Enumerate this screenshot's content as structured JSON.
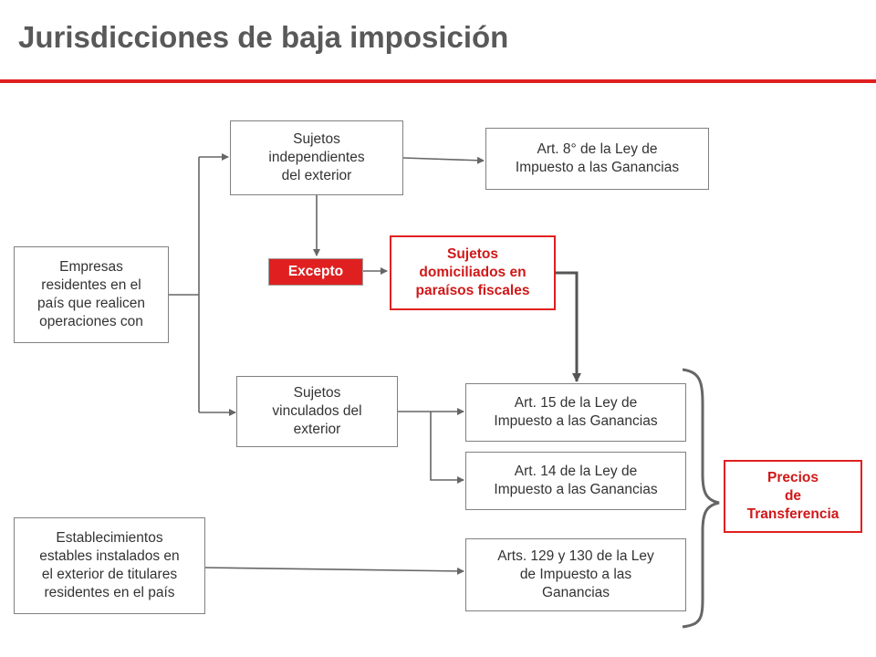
{
  "title": "Jurisdicciones de baja imposición",
  "boxes": {
    "empresas": "Empresas\nresidentes en el\npaís que realicen\noperaciones con",
    "independientes": "Sujetos\nindependientes\ndel exterior",
    "art8": "Art. 8° de la Ley de\nImpuesto a las Ganancias",
    "excepto": "Excepto",
    "domiciliados": "Sujetos\ndomiciliados en\nparaísos fiscales",
    "vinculados": "Sujetos\nvinculados del\nexterior",
    "art15": "Art. 15 de la Ley de\nImpuesto a las Ganancias",
    "art14": "Art. 14 de la Ley de\nImpuesto a las Ganancias",
    "establecimientos": "Establecimientos\nestables instalados en\nel exterior de titulares\nresidentes en el país",
    "art129": "Arts. 129 y 130 de la Ley\nde Impuesto a las\nGanancias",
    "precios": "Precios\nde\nTransferencia"
  },
  "colors": {
    "accent": "#e02020",
    "title": "#595959",
    "border": "#808080",
    "line": "#666666"
  }
}
